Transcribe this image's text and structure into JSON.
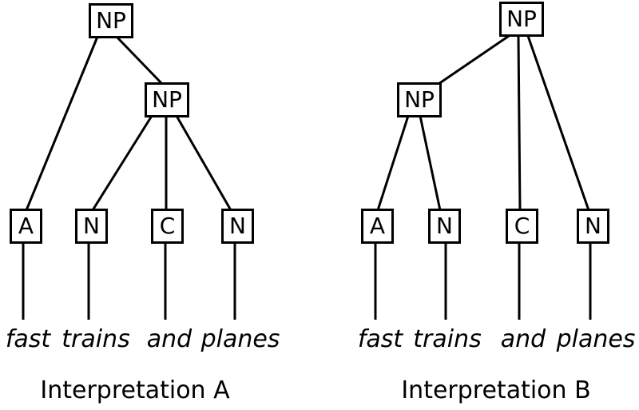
{
  "figure": {
    "background_color": "#ffffff",
    "line_color": "#000000",
    "description": "Two constituency parse trees for the phrase 'fast trains and planes'"
  },
  "tree_a": {
    "caption": "Interpretation A",
    "root_label": "NP",
    "inner_label": "NP",
    "leaves": [
      "A",
      "N",
      "C",
      "N"
    ],
    "words": [
      "fast",
      "trains",
      "and",
      "planes"
    ]
  },
  "tree_b": {
    "caption": "Interpretation B",
    "root_label": "NP",
    "inner_label": "NP",
    "leaves": [
      "A",
      "N",
      "C",
      "N"
    ],
    "words": [
      "fast",
      "trains",
      "and",
      "planes"
    ]
  }
}
